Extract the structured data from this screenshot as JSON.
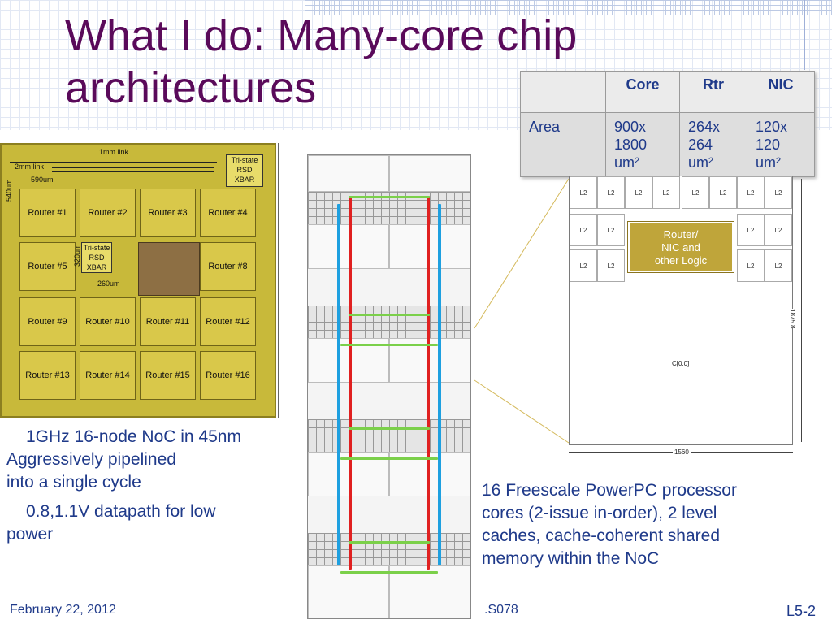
{
  "slide": {
    "title": "What I do: Many-core chip architectures",
    "date": "February 22, 2012",
    "course": ".S078",
    "slide_number": "L5-2"
  },
  "table": {
    "headers": [
      "",
      "Core",
      "Rtr",
      "NIC"
    ],
    "rows": [
      {
        "label": "Area",
        "core": [
          "900x",
          "1800",
          "um²"
        ],
        "rtr": [
          "264x",
          "264",
          "um²"
        ],
        "nic": [
          "120x",
          "120",
          "um²"
        ]
      }
    ]
  },
  "chip": {
    "link_1mm": "1mm link",
    "link_2mm": "2mm link",
    "dim_590": "590um",
    "dim_540": "540um",
    "dim_320": "320um",
    "dim_260": "260um",
    "xbar_top": [
      "Tri-state",
      "RSD",
      "XBAR"
    ],
    "xbar_center": [
      "Tri-state",
      "RSD",
      "XBAR"
    ],
    "routers": [
      "Router #1",
      "Router #2",
      "Router #3",
      "Router #4",
      "Router #5",
      "Router #8",
      "Router #9",
      "Router #10",
      "Router #11",
      "Router #12",
      "Router #13",
      "Router #14",
      "Router #15",
      "Router #16"
    ]
  },
  "zoom": {
    "l2_label": "L2",
    "router_logic": [
      "Router/",
      "NIC and",
      "other Logic"
    ],
    "core_label": "C[0,0]",
    "width_label": "1560",
    "height_label": "1875.8"
  },
  "captions": {
    "left_1": "1GHz 16-node NoC in 45nm",
    "left_2a": "Aggressively pipelined",
    "left_2b": "into a single cycle",
    "left_3": "0.8,1.1V datapath for low",
    "left_4": "power",
    "right": [
      "16 Freescale PowerPC processor",
      "cores (2-issue in-order), 2 level",
      "caches, cache-coherent shared",
      "memory within the NoC"
    ]
  },
  "colors": {
    "title": "#5a0a5a",
    "text": "#1f3a8a",
    "chip": "#c8b93a",
    "bus_red": "#e02020",
    "bus_blue": "#1ea0e0",
    "bus_green": "#7bd04a"
  }
}
